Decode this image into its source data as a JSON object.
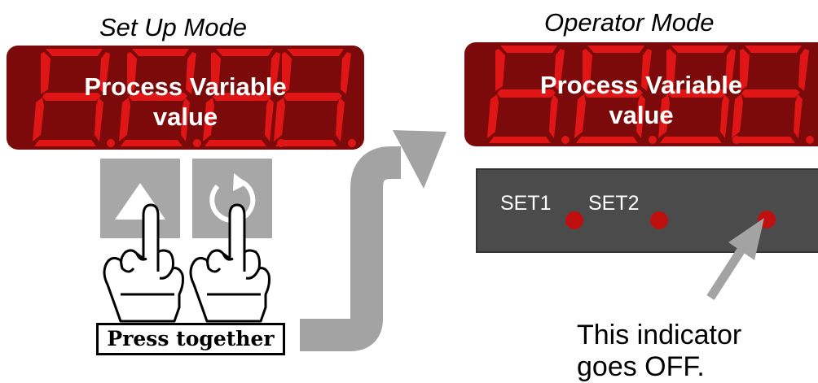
{
  "setup_mode": {
    "title": "Set Up Mode",
    "display_line1": "Process Variable",
    "display_line2": "value",
    "up_key_icon": "triangle-up-icon",
    "rotate_key_icon": "circular-arrow-icon",
    "instruction": "Press together"
  },
  "operator_mode": {
    "title": "Operator Mode",
    "display_line1": "Process Variable",
    "display_line2": "value",
    "indicators": [
      "SET1",
      "SET2"
    ]
  },
  "annotation": {
    "line1": "This indicator",
    "line2": "goes OFF."
  },
  "colors": {
    "display_background": "#7c0a0a",
    "segment_color": "#e01515",
    "indicator_led": "#bf0f0f",
    "key_background": "#a7a7a7",
    "panel_background": "#4b4b4b",
    "arrow_gray": "#a3a3a3"
  }
}
